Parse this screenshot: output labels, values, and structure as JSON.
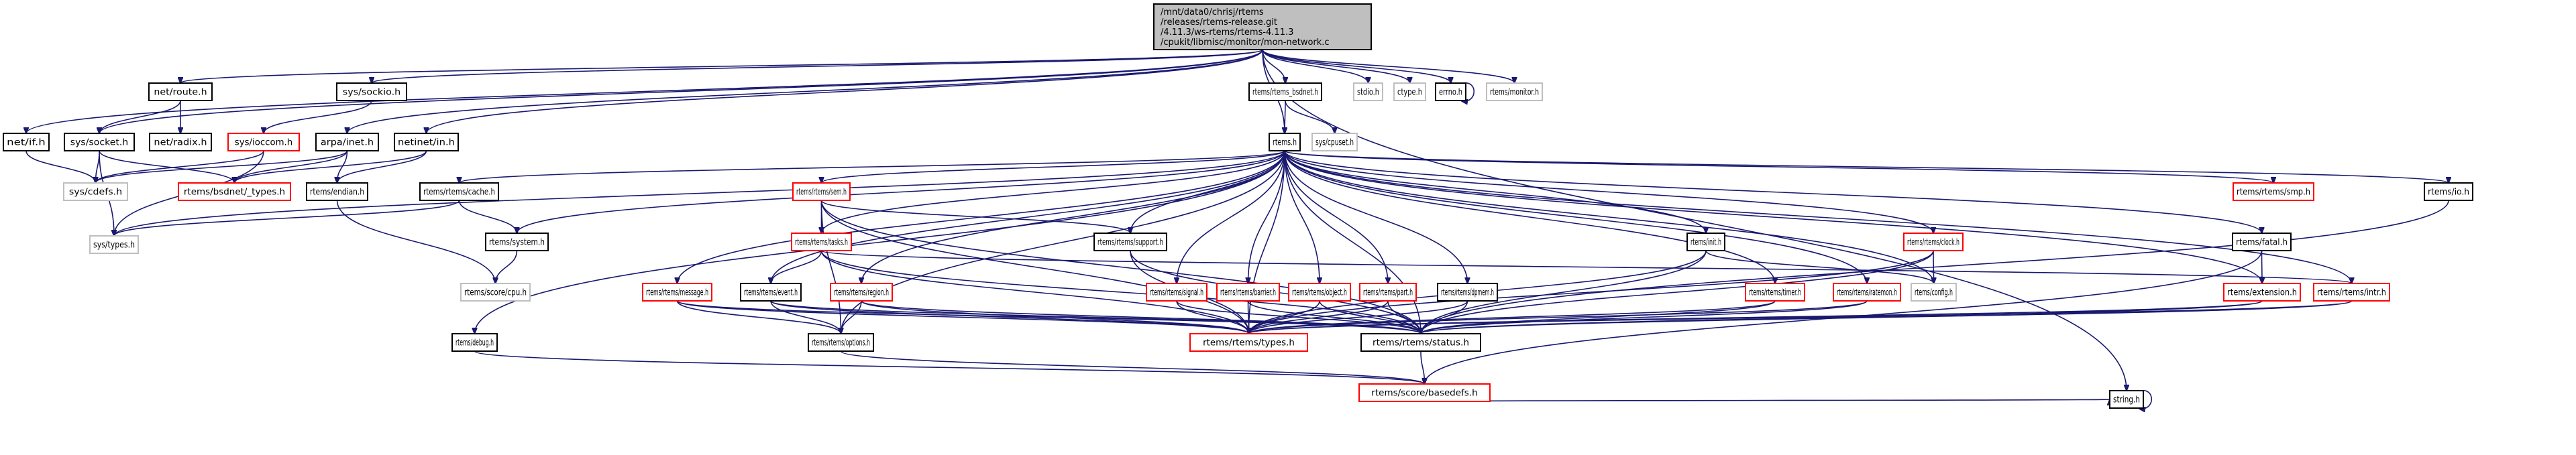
{
  "title": "mon-network.c include dependency graph",
  "legend_colors": {
    "root_fill": "#bfbfbf",
    "normal_border": "#000000",
    "missing_border": "#bfbfbf",
    "truncated_border": "#ff0000",
    "edge": "#191970"
  },
  "nodes": [
    {
      "id": "root",
      "kind": "root",
      "lines": [
        "/mnt/data0/chrisj/rtems",
        "/releases/rtems-release.git",
        "/4.11.3/ws-rtems/rtems-4.11.3",
        "/cpukit/libmisc/monitor/mon-network.c"
      ]
    },
    {
      "id": "net_if",
      "kind": "normal",
      "lines": [
        "net/if.h"
      ]
    },
    {
      "id": "sys_socket",
      "kind": "normal",
      "lines": [
        "sys/socket.h"
      ]
    },
    {
      "id": "net_route",
      "kind": "normal",
      "lines": [
        "net/route.h"
      ]
    },
    {
      "id": "net_radix",
      "kind": "normal",
      "lines": [
        "net/radix.h"
      ]
    },
    {
      "id": "sys_sockio",
      "kind": "normal",
      "lines": [
        "sys/sockio.h"
      ]
    },
    {
      "id": "sys_ioccom",
      "kind": "truncated",
      "lines": [
        "sys/ioccom.h"
      ]
    },
    {
      "id": "arpa_inet",
      "kind": "normal",
      "lines": [
        "arpa/inet.h"
      ]
    },
    {
      "id": "netinet_in",
      "kind": "normal",
      "lines": [
        "netinet/in.h"
      ]
    },
    {
      "id": "sys_cdefs",
      "kind": "missing",
      "lines": [
        "sys/cdefs.h"
      ]
    },
    {
      "id": "bsdnet_types",
      "kind": "truncated",
      "lines": [
        "rtems/bsdnet/_types.h"
      ]
    },
    {
      "id": "rtems_endian",
      "kind": "normal",
      "lines": [
        "rtems/endian.h"
      ]
    },
    {
      "id": "sys_types",
      "kind": "missing",
      "lines": [
        "sys/types.h"
      ]
    },
    {
      "id": "rtems_bsdnet",
      "kind": "normal",
      "lines": [
        "rtems/rtems_bsdnet.h"
      ]
    },
    {
      "id": "stdio",
      "kind": "missing",
      "lines": [
        "stdio.h"
      ]
    },
    {
      "id": "ctype",
      "kind": "missing",
      "lines": [
        "ctype.h"
      ]
    },
    {
      "id": "errno",
      "kind": "normal",
      "lines": [
        "errno.h"
      ]
    },
    {
      "id": "monitor",
      "kind": "missing",
      "lines": [
        "rtems/monitor.h"
      ]
    },
    {
      "id": "rtems_h",
      "kind": "normal",
      "lines": [
        "rtems.h"
      ]
    },
    {
      "id": "sys_cpuset",
      "kind": "missing",
      "lines": [
        "sys/cpuset.h"
      ]
    },
    {
      "id": "cache",
      "kind": "normal",
      "lines": [
        "rtems/rtems/cache.h"
      ]
    },
    {
      "id": "system",
      "kind": "normal",
      "lines": [
        "rtems/system.h"
      ]
    },
    {
      "id": "score_cpu",
      "kind": "missing",
      "lines": [
        "rtems/score/cpu.h"
      ]
    },
    {
      "id": "debug",
      "kind": "normal",
      "lines": [
        "rtems/debug.h"
      ]
    },
    {
      "id": "sem",
      "kind": "truncated",
      "lines": [
        "rtems/rtems/sem.h"
      ]
    },
    {
      "id": "tasks",
      "kind": "truncated",
      "lines": [
        "rtems/rtems/tasks.h"
      ]
    },
    {
      "id": "support",
      "kind": "normal",
      "lines": [
        "rtems/rtems/support.h"
      ]
    },
    {
      "id": "message",
      "kind": "truncated",
      "lines": [
        "rtems/rtems/message.h"
      ]
    },
    {
      "id": "event",
      "kind": "normal",
      "lines": [
        "rtems/rtems/event.h"
      ]
    },
    {
      "id": "region",
      "kind": "truncated",
      "lines": [
        "rtems/rtems/region.h"
      ]
    },
    {
      "id": "signal",
      "kind": "truncated",
      "lines": [
        "rtems/rtems/signal.h"
      ]
    },
    {
      "id": "barrier",
      "kind": "truncated",
      "lines": [
        "rtems/rtems/barrier.h"
      ]
    },
    {
      "id": "object",
      "kind": "truncated",
      "lines": [
        "rtems/rtems/object.h"
      ]
    },
    {
      "id": "part",
      "kind": "truncated",
      "lines": [
        "rtems/rtems/part.h"
      ]
    },
    {
      "id": "init",
      "kind": "normal",
      "lines": [
        "rtems/init.h"
      ]
    },
    {
      "id": "dpmem",
      "kind": "normal",
      "lines": [
        "rtems/rtems/dpmem.h"
      ]
    },
    {
      "id": "timer",
      "kind": "truncated",
      "lines": [
        "rtems/rtems/timer.h"
      ]
    },
    {
      "id": "ratemon",
      "kind": "truncated",
      "lines": [
        "rtems/rtems/ratemon.h"
      ]
    },
    {
      "id": "config",
      "kind": "missing",
      "lines": [
        "rtems/config.h"
      ]
    },
    {
      "id": "clock",
      "kind": "truncated",
      "lines": [
        "rtems/rtems/clock.h"
      ]
    },
    {
      "id": "smp",
      "kind": "truncated",
      "lines": [
        "rtems/rtems/smp.h"
      ]
    },
    {
      "id": "fatal",
      "kind": "normal",
      "lines": [
        "rtems/fatal.h"
      ]
    },
    {
      "id": "extension",
      "kind": "truncated",
      "lines": [
        "rtems/extension.h"
      ]
    },
    {
      "id": "intr",
      "kind": "truncated",
      "lines": [
        "rtems/rtems/intr.h"
      ]
    },
    {
      "id": "io",
      "kind": "normal",
      "lines": [
        "rtems/io.h"
      ]
    },
    {
      "id": "options",
      "kind": "normal",
      "lines": [
        "rtems/rtems/options.h"
      ]
    },
    {
      "id": "types",
      "kind": "truncated",
      "lines": [
        "rtems/rtems/types.h"
      ]
    },
    {
      "id": "status",
      "kind": "normal",
      "lines": [
        "rtems/rtems/status.h"
      ]
    },
    {
      "id": "basedefs",
      "kind": "truncated",
      "lines": [
        "rtems/score/basedefs.h"
      ]
    },
    {
      "id": "string",
      "kind": "normal",
      "lines": [
        "string.h"
      ]
    }
  ],
  "edges": [
    [
      "root",
      "net_if"
    ],
    [
      "root",
      "sys_socket"
    ],
    [
      "root",
      "net_route"
    ],
    [
      "root",
      "sys_sockio"
    ],
    [
      "root",
      "arpa_inet"
    ],
    [
      "root",
      "netinet_in"
    ],
    [
      "root",
      "rtems_h"
    ],
    [
      "root",
      "rtems_bsdnet"
    ],
    [
      "root",
      "stdio"
    ],
    [
      "root",
      "ctype"
    ],
    [
      "root",
      "errno"
    ],
    [
      "root",
      "monitor"
    ],
    [
      "root",
      "string"
    ],
    [
      "net_if",
      "sys_cdefs"
    ],
    [
      "sys_socket",
      "sys_cdefs"
    ],
    [
      "sys_socket",
      "bsdnet_types"
    ],
    [
      "sys_socket",
      "sys_types"
    ],
    [
      "net_route",
      "sys_socket"
    ],
    [
      "net_route",
      "net_radix"
    ],
    [
      "sys_sockio",
      "sys_ioccom"
    ],
    [
      "sys_ioccom",
      "sys_cdefs"
    ],
    [
      "sys_ioccom",
      "sys_types"
    ],
    [
      "arpa_inet",
      "sys_cdefs"
    ],
    [
      "arpa_inet",
      "bsdnet_types"
    ],
    [
      "arpa_inet",
      "rtems_endian"
    ],
    [
      "netinet_in",
      "bsdnet_types"
    ],
    [
      "netinet_in",
      "rtems_endian"
    ],
    [
      "rtems_endian",
      "score_cpu"
    ],
    [
      "rtems_bsdnet",
      "rtems_h"
    ],
    [
      "rtems_bsdnet",
      "sys_cpuset"
    ],
    [
      "errno",
      "errno"
    ],
    [
      "rtems_h",
      "cache"
    ],
    [
      "rtems_h",
      "system"
    ],
    [
      "rtems_h",
      "debug"
    ],
    [
      "rtems_h",
      "sem"
    ],
    [
      "rtems_h",
      "tasks"
    ],
    [
      "rtems_h",
      "support"
    ],
    [
      "rtems_h",
      "message"
    ],
    [
      "rtems_h",
      "event"
    ],
    [
      "rtems_h",
      "region"
    ],
    [
      "rtems_h",
      "signal"
    ],
    [
      "rtems_h",
      "barrier"
    ],
    [
      "rtems_h",
      "object"
    ],
    [
      "rtems_h",
      "part"
    ],
    [
      "rtems_h",
      "init"
    ],
    [
      "rtems_h",
      "dpmem"
    ],
    [
      "rtems_h",
      "timer"
    ],
    [
      "rtems_h",
      "ratemon"
    ],
    [
      "rtems_h",
      "config"
    ],
    [
      "rtems_h",
      "clock"
    ],
    [
      "rtems_h",
      "smp"
    ],
    [
      "rtems_h",
      "fatal"
    ],
    [
      "rtems_h",
      "extension"
    ],
    [
      "rtems_h",
      "intr"
    ],
    [
      "rtems_h",
      "io"
    ],
    [
      "rtems_h",
      "options"
    ],
    [
      "rtems_h",
      "types"
    ],
    [
      "rtems_h",
      "status"
    ],
    [
      "rtems_h",
      "sys_types"
    ],
    [
      "cache",
      "system"
    ],
    [
      "cache",
      "sys_types"
    ],
    [
      "system",
      "score_cpu"
    ],
    [
      "debug",
      "basedefs"
    ],
    [
      "sem",
      "tasks"
    ],
    [
      "sem",
      "support"
    ],
    [
      "sem",
      "options"
    ],
    [
      "sem",
      "types"
    ],
    [
      "sem",
      "status"
    ],
    [
      "tasks",
      "event"
    ],
    [
      "tasks",
      "types"
    ],
    [
      "tasks",
      "status"
    ],
    [
      "tasks",
      "intr"
    ],
    [
      "support",
      "types"
    ],
    [
      "support",
      "status"
    ],
    [
      "message",
      "options"
    ],
    [
      "message",
      "types"
    ],
    [
      "message",
      "status"
    ],
    [
      "event",
      "options"
    ],
    [
      "event",
      "types"
    ],
    [
      "event",
      "status"
    ],
    [
      "region",
      "options"
    ],
    [
      "region",
      "types"
    ],
    [
      "region",
      "status"
    ],
    [
      "signal",
      "types"
    ],
    [
      "signal",
      "status"
    ],
    [
      "barrier",
      "types"
    ],
    [
      "barrier",
      "status"
    ],
    [
      "object",
      "types"
    ],
    [
      "object",
      "status"
    ],
    [
      "part",
      "types"
    ],
    [
      "part",
      "status"
    ],
    [
      "init",
      "types"
    ],
    [
      "init",
      "status"
    ],
    [
      "init",
      "config"
    ],
    [
      "dpmem",
      "types"
    ],
    [
      "dpmem",
      "status"
    ],
    [
      "timer",
      "types"
    ],
    [
      "timer",
      "status"
    ],
    [
      "ratemon",
      "types"
    ],
    [
      "ratemon",
      "status"
    ],
    [
      "clock",
      "config"
    ],
    [
      "clock",
      "types"
    ],
    [
      "clock",
      "status"
    ],
    [
      "fatal",
      "extension"
    ],
    [
      "fatal",
      "basedefs"
    ],
    [
      "extension",
      "types"
    ],
    [
      "extension",
      "status"
    ],
    [
      "intr",
      "types"
    ],
    [
      "intr",
      "status"
    ],
    [
      "io",
      "status"
    ],
    [
      "options",
      "basedefs"
    ],
    [
      "status",
      "basedefs"
    ],
    [
      "basedefs",
      "string"
    ],
    [
      "string",
      "string"
    ]
  ]
}
